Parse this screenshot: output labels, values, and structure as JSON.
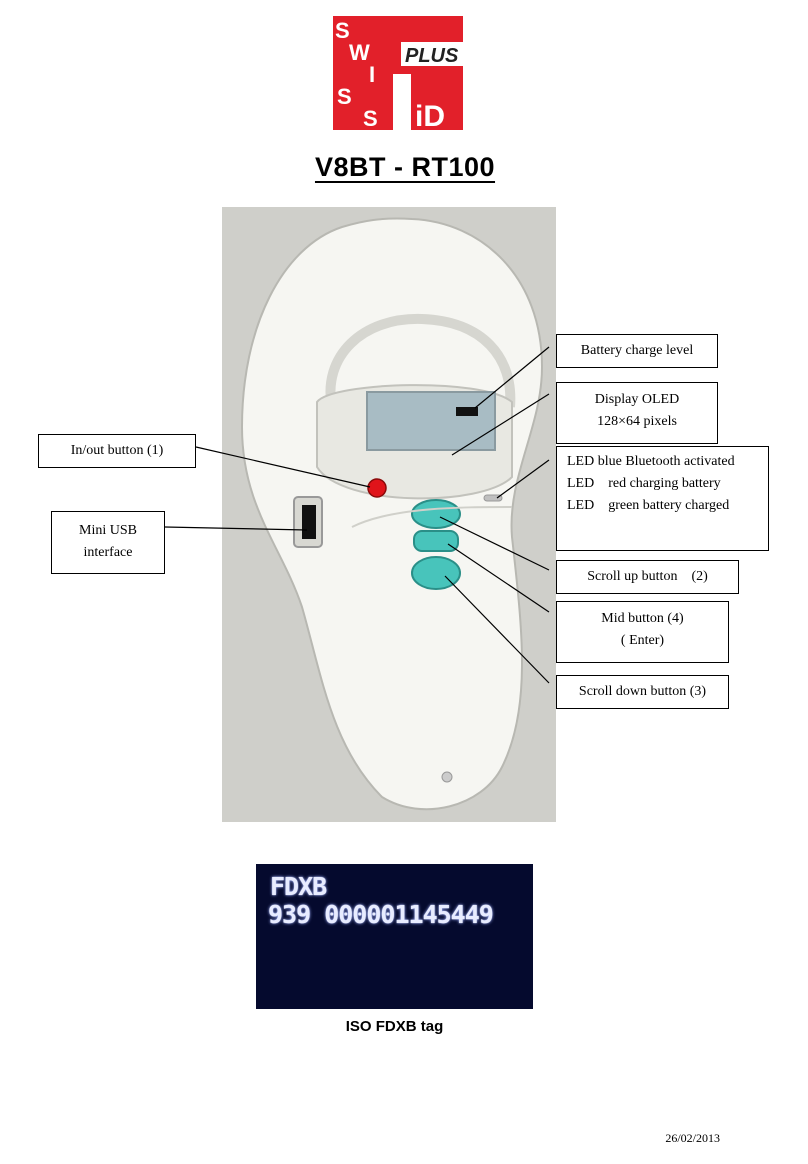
{
  "brand": {
    "logo_text": "SWISS PLUS iD",
    "logo_red": "#e2202a"
  },
  "header": {
    "title": "V8BT - RT100"
  },
  "callouts": {
    "battery": "Battery charge level",
    "display_line1": "Display OLED",
    "display_line2": "128×64 pixels",
    "inout": "In/out button (1)",
    "usb_line1": "Mini USB",
    "usb_line2": "interface",
    "led_line1": "LED blue Bluetooth activated",
    "led_line2": "LED    red charging battery",
    "led_line3": "LED    green battery charged",
    "scroll_up": "Scroll up button    (2)",
    "mid_line1": "Mid button (4)",
    "mid_line2": "( Enter)",
    "scroll_down": "Scroll down button (3)"
  },
  "oled_screen": {
    "line1": "FDXB",
    "line2": "939 000001145449"
  },
  "caption": "ISO FDXB tag",
  "footer": {
    "date": "26/02/2013"
  },
  "colors": {
    "button_teal": "#48c4bb",
    "button_red": "#e0141a",
    "device_white": "#f6f6f2",
    "oled_bg": "#050a2e"
  }
}
